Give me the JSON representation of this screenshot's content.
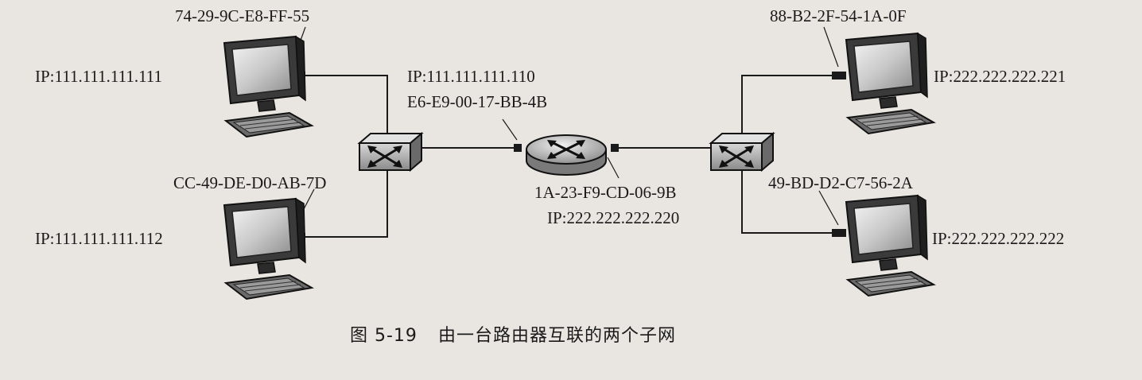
{
  "hosts": {
    "left_top": {
      "mac": "74-29-9C-E8-FF-55",
      "ip": "IP:111.111.111.111"
    },
    "left_bottom": {
      "mac": "CC-49-DE-D0-AB-7D",
      "ip": "IP:111.111.111.112"
    },
    "right_top": {
      "mac": "88-B2-2F-54-1A-0F",
      "ip": "IP:222.222.222.221"
    },
    "right_bottom": {
      "mac": "49-BD-D2-C7-56-2A",
      "ip": "IP:222.222.222.222"
    }
  },
  "router": {
    "left_if": {
      "ip": "IP:111.111.111.110",
      "mac": "E6-E9-00-17-BB-4B"
    },
    "right_if": {
      "mac": "1A-23-F9-CD-06-9B",
      "ip": "IP:222.222.222.220"
    }
  },
  "caption": {
    "number": "图 5-19",
    "text": "由一台路由器互联的两个子网"
  }
}
